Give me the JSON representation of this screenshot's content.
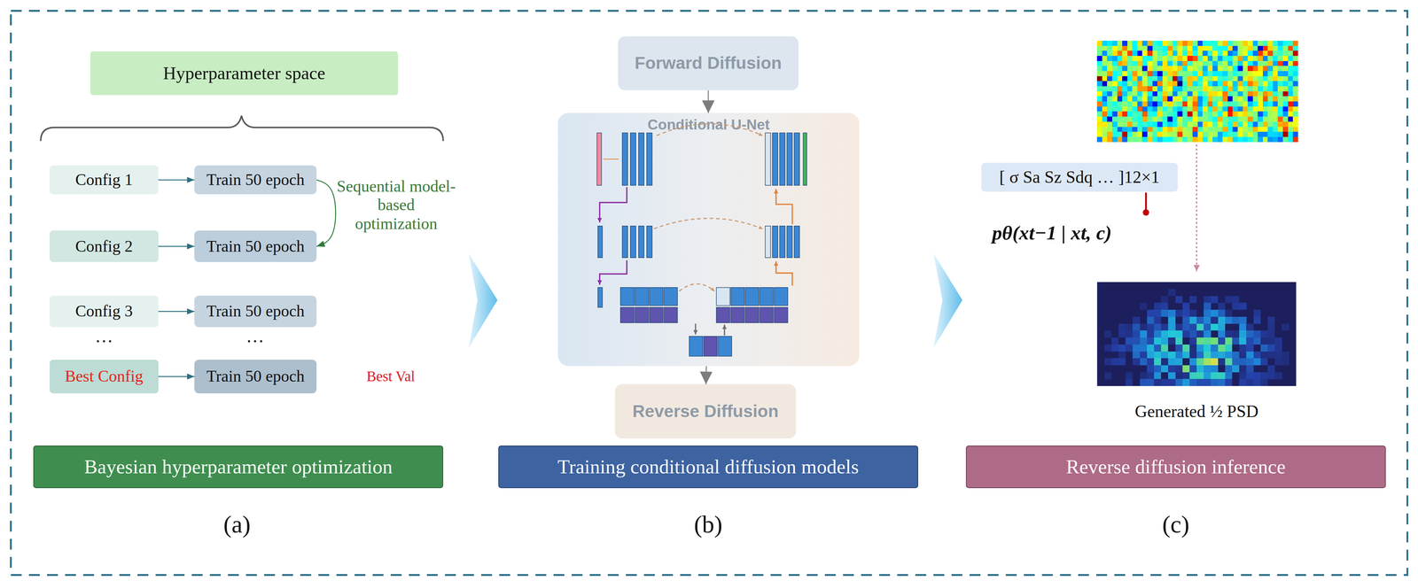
{
  "diagram": {
    "nodes": [
      {
        "text": [
          "Hyperparameter space"
        ]
      },
      {
        "text": [
          "Config 1"
        ]
      },
      {
        "text": [
          "Train 50 epoch"
        ]
      },
      {
        "text": [
          "Config 2"
        ]
      },
      {
        "text": [
          "Train 50 epoch"
        ]
      },
      {
        "text": [
          "Config 3"
        ]
      },
      {
        "text": [
          "Train 50 epoch"
        ]
      },
      {
        "text": [
          "Best Config"
        ]
      },
      {
        "text": [
          "Train 50 epoch"
        ]
      },
      {
        "text": [
          "Bayesian hyperparameter optimization"
        ]
      },
      {
        "text": [
          "Forward Diffusion"
        ]
      },
      {
        "text": [
          "Conditional U-Net"
        ]
      },
      {
        "text": [
          "Reverse Diffusion"
        ]
      },
      {
        "text": [
          "Training conditional diffusion models"
        ]
      },
      {
        "text": [
          "[ σ Sa Sz Sdq … ]12×1"
        ]
      },
      {
        "text": [
          "Reverse diffusion inference"
        ]
      }
    ],
    "edges": [
      {
        "from": 1,
        "to": 2,
        "arrow": "to"
      },
      {
        "from": 3,
        "to": 4,
        "arrow": "to"
      },
      {
        "from": 5,
        "to": 6,
        "arrow": "to"
      },
      {
        "from": 7,
        "to": 8,
        "arrow": "to"
      },
      {
        "from": 2,
        "to": 4,
        "label": "Sequential model-based optimization",
        "arrow": "to"
      },
      {
        "from": 10,
        "to": 11,
        "arrow": "to"
      },
      {
        "from": 11,
        "to": 12,
        "arrow": "to"
      }
    ],
    "labels": [
      "…",
      "…",
      "Best Val",
      "(a)",
      "(b)",
      "(c)",
      "pθ(xt−1 | xt, c)",
      "Generated ½ PSD"
    ]
  }
}
